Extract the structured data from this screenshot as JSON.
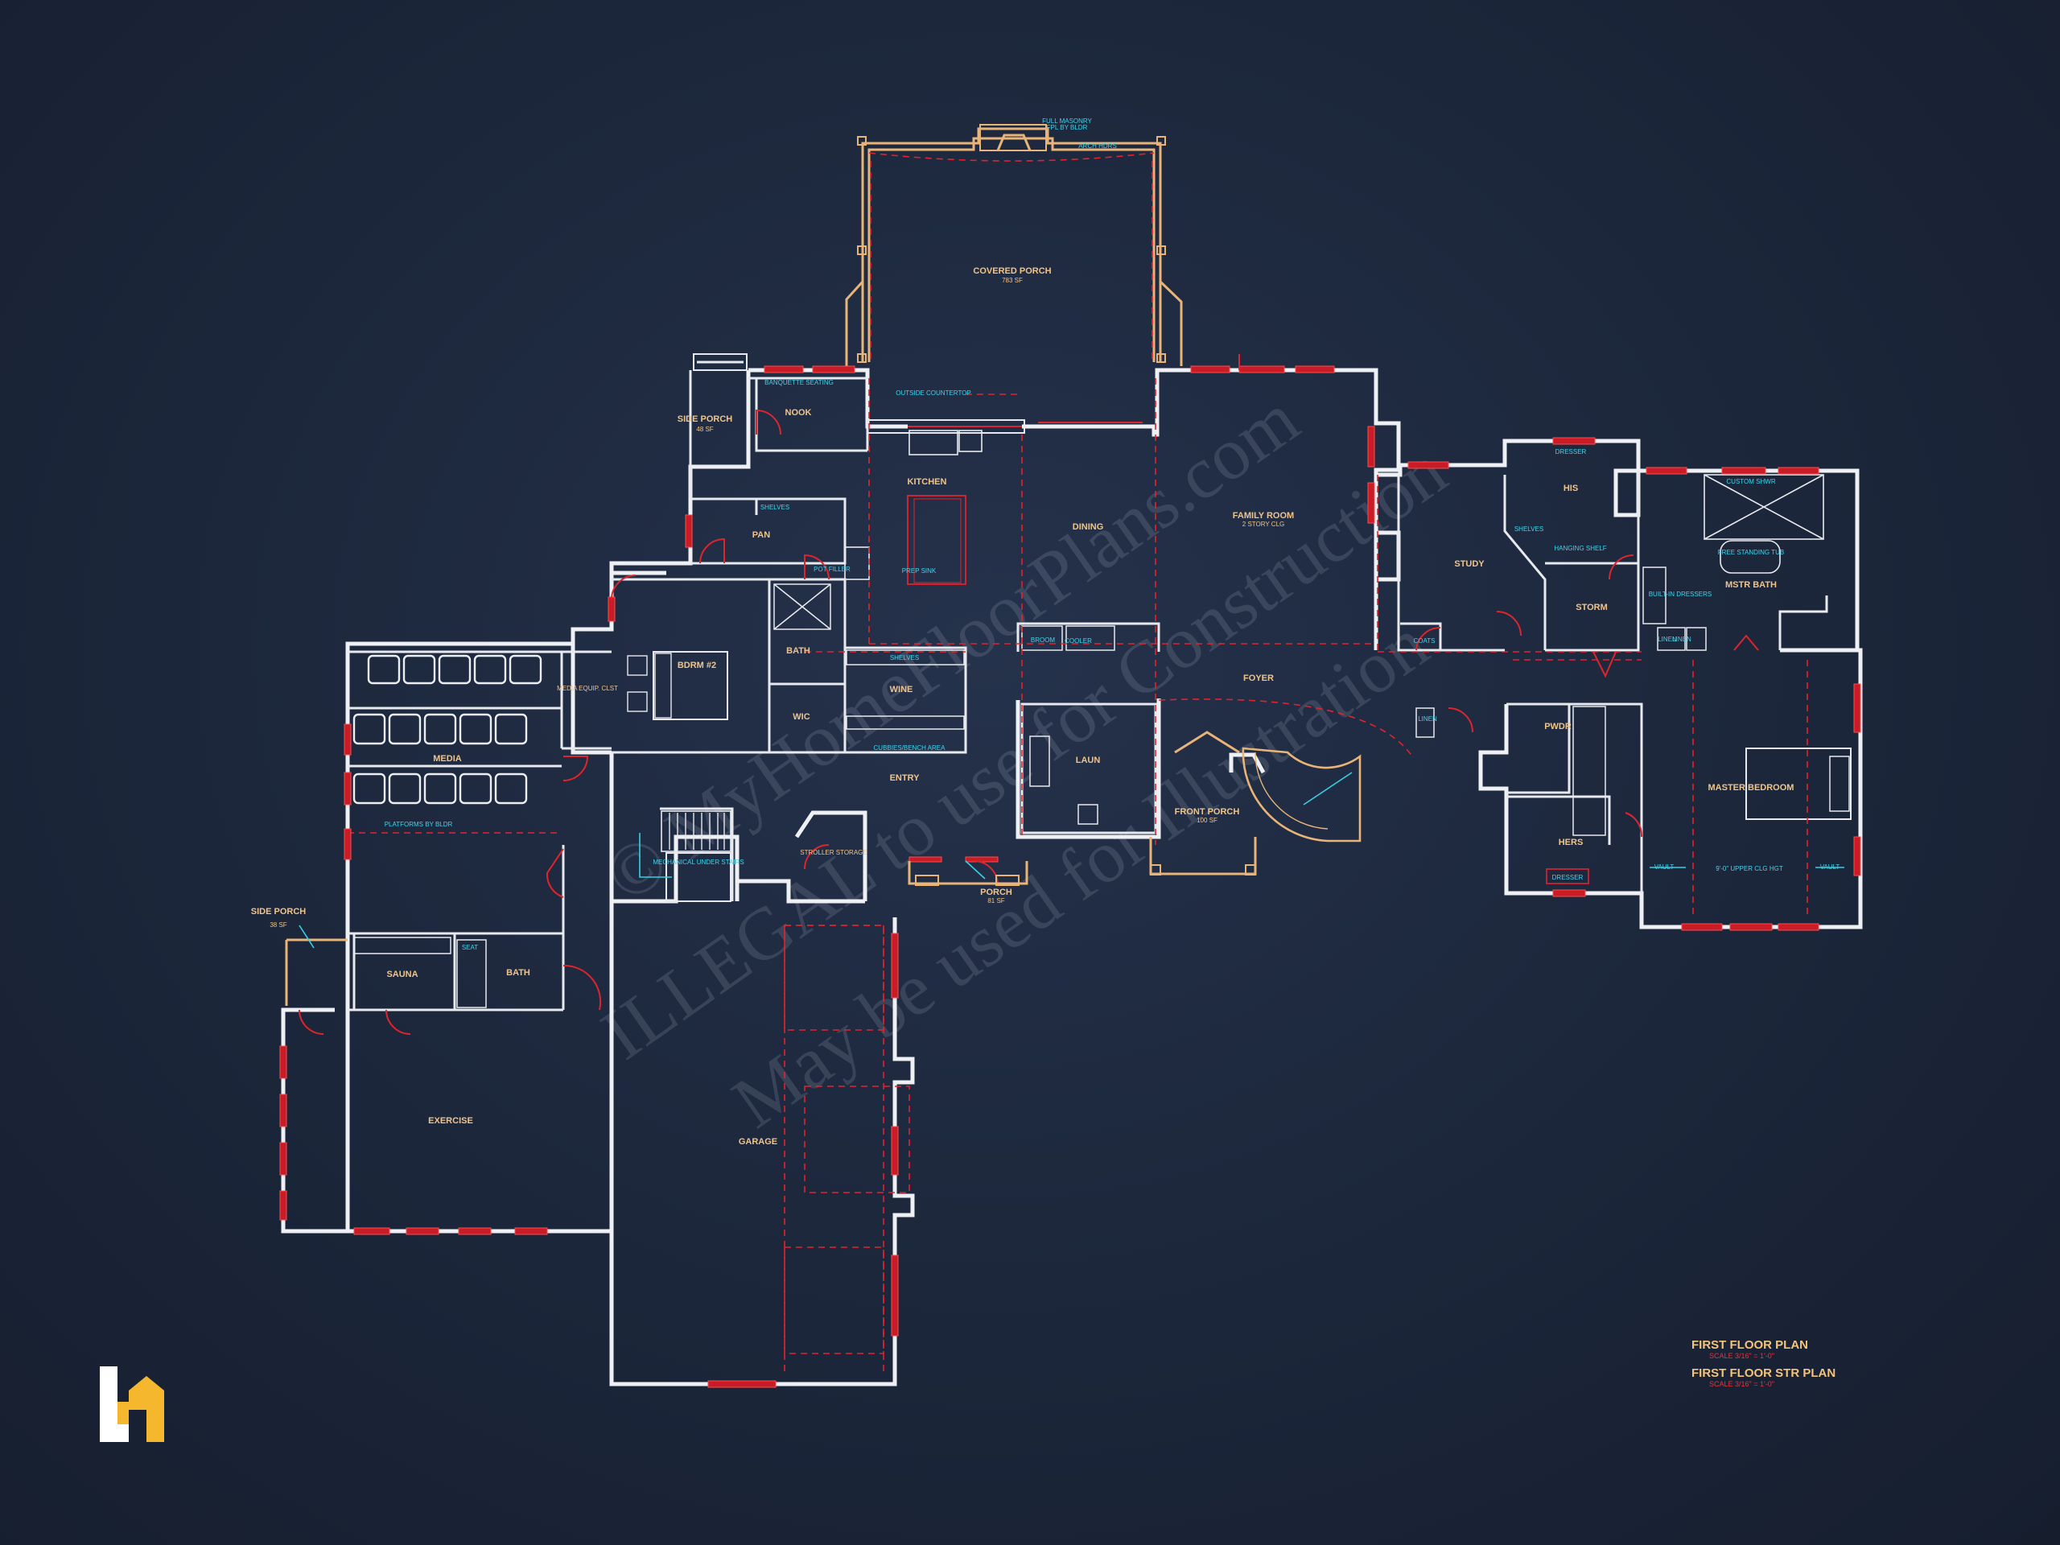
{
  "plan": {
    "title_1": "FIRST FLOOR PLAN",
    "scale_1": "SCALE 3/16\" = 1'-0\"",
    "title_2": "FIRST FLOOR STR PLAN",
    "scale_2": "SCALE 3/16\" = 1'-0\""
  },
  "watermark": {
    "line_1": "© MyHomeFloorPlans.com",
    "line_2": "ILLEGAL to use for Construction",
    "line_3": "May be used for Illustration"
  },
  "rooms": {
    "covered_porch": "COVERED PORCH",
    "covered_porch_area": "783 SF",
    "nook": "NOOK",
    "side_porch_1": "SIDE PORCH",
    "side_porch_1_area": "48 SF",
    "kitchen": "KITCHEN",
    "dining": "DINING",
    "family_room": "FAMILY ROOM",
    "family_room_sub": "2 STORY CLG",
    "pan": "PAN",
    "bdrm2": "BDRM #2",
    "bath_1": "BATH",
    "wic": "WIC",
    "wine": "WINE",
    "media": "MEDIA",
    "media_equip": "MEDIA EQUIP. CLST",
    "entry": "ENTRY",
    "laun": "LAUN",
    "foyer": "FOYER",
    "front_porch": "FRONT PORCH",
    "front_porch_area": "100 SF",
    "stroller": "STROLLER STORAGE",
    "porch": "PORCH",
    "porch_area": "81 SF",
    "study": "STUDY",
    "his": "HIS",
    "storm": "STORM",
    "mstr_bath": "MSTR BATH",
    "pwdr": "PWDR",
    "hers": "HERS",
    "master_bedroom": "MASTER BEDROOM",
    "side_porch_2": "SIDE PORCH",
    "side_porch_2_area": "38 SF",
    "sauna": "SAUNA",
    "bath_2": "BATH",
    "exercise": "EXERCISE",
    "garage": "GARAGE"
  },
  "notes": {
    "full_masonry": "FULL MASONRY",
    "fpl_by_bldr": "FPL BY BLDR",
    "arch_hdrs": "ARCH HDRS",
    "banquette": "BANQUETTE SEATING",
    "outside_countertop": "OUTSIDE COUNTERTOP",
    "shelves_1": "SHELVES",
    "shelves_2": "SHELVES",
    "prep_sink": "PREP SINK",
    "pot_filler": "POT FILLER",
    "broom": "BROOM",
    "cooler": "COOLER",
    "cubbies": "CUBBIES/BENCH AREA",
    "platforms": "PLATFORMS BY BLDR",
    "mechanical": "MECHANICAL UNDER STAIRS",
    "coats": "COATS",
    "dresser_1": "DRESSER",
    "dresser_2": "DRESSER",
    "hanging_shelf": "HANGING SHELF",
    "shelves_3": "SHELVES",
    "custom_shwr": "CUSTOM SHWR",
    "free_standing_tub": "FREE STANDING TUB",
    "built_in_dressers": "BUILT-IN DRESSERS",
    "linen_1": "LINEN",
    "linen_2": "LINEN",
    "linen_3": "LINEN",
    "vault_1": "VAULT",
    "vault_2": "VAULT",
    "upper_clg": "9'-0\" UPPER CLG HGT",
    "seat": "SEAT"
  },
  "colors": {
    "background": "#1d283d",
    "wall": "#eef0f4",
    "room_label": "#f1c489",
    "note": "#3fd5ec",
    "structural": "#e0242d",
    "logo": "#f5b72d"
  }
}
